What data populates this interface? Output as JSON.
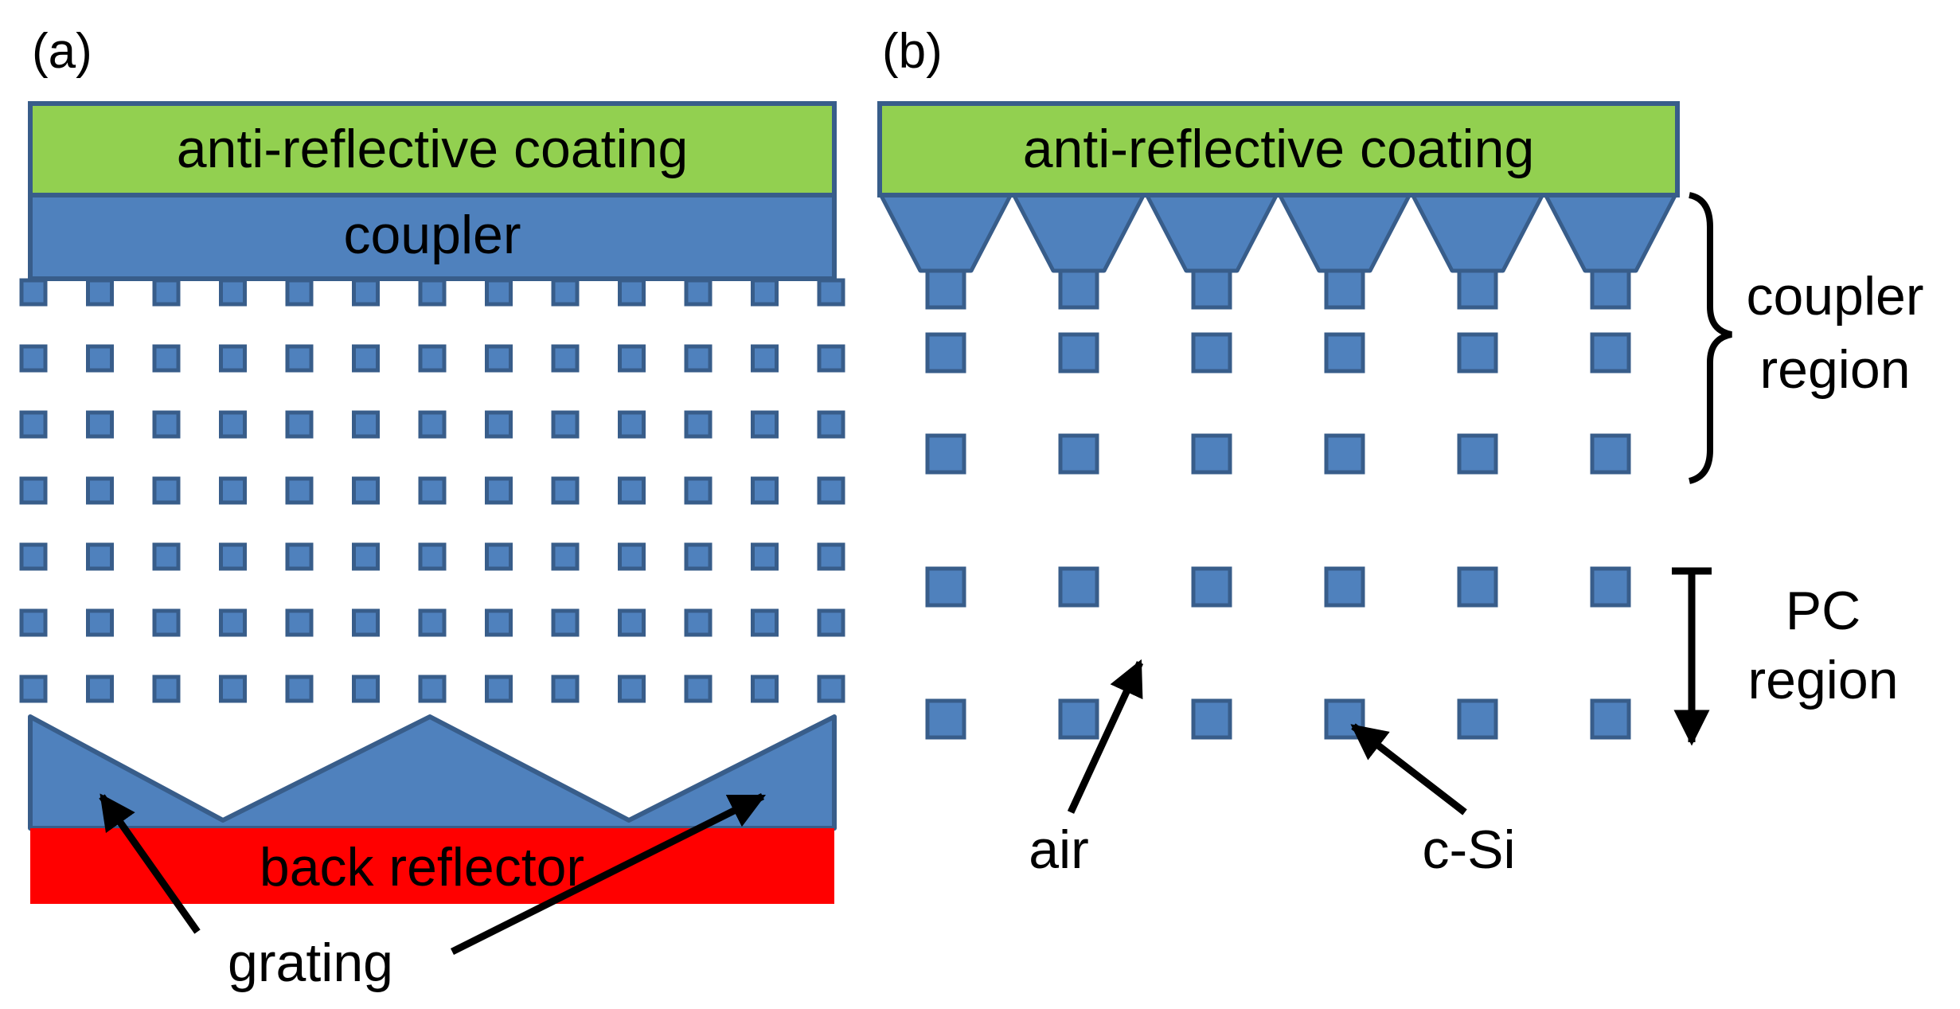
{
  "colors": {
    "coating_fill": "#92d050",
    "structure_fill": "#4f81bd",
    "structure_edge": "#385d8a",
    "reflector_fill": "#ff0000",
    "text": "#000000",
    "background": "#ffffff"
  },
  "panel_a": {
    "label": "(a)",
    "coating_label": "anti-reflective coating",
    "coupler_label": "coupler",
    "reflector_label": "back reflector",
    "grating_label": "grating",
    "lattice_rows": 7,
    "lattice_columns": 13
  },
  "panel_b": {
    "label": "(b)",
    "coating_label": "anti-reflective coating",
    "coupler_region_label": [
      "coupler",
      "region"
    ],
    "pc_region_label": [
      "PC",
      "region"
    ],
    "air_label": "air",
    "csi_label": "c-Si",
    "coupler_rows": 3,
    "pc_rows": 2,
    "columns": 6
  }
}
